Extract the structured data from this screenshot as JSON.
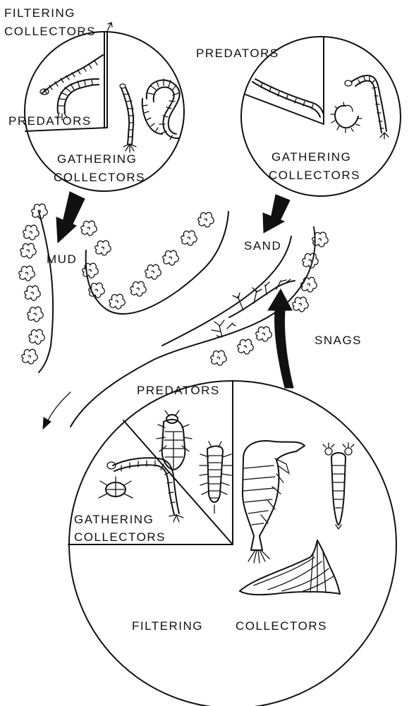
{
  "mud_habitat": {
    "community": {
      "filtering_label_line1": "FILTERING",
      "filtering_label_line2": "COLLECTORS",
      "predators_label": "PREDATORS",
      "gathering_label_line1": "GATHERING",
      "gathering_label_line2": "COLLECTORS"
    },
    "substrate_label": "MUD"
  },
  "sand_habitat": {
    "community": {
      "predators_label": "PREDATORS",
      "gathering_label_line1": "GATHERING",
      "gathering_label_line2": "COLLECTORS"
    },
    "substrate_label": "SAND"
  },
  "snag_habitat": {
    "substrate_label": "SNAGS",
    "community": {
      "predators_label": "PREDATORS",
      "gathering_label_line1": "GATHERING",
      "gathering_label_line2": "COLLECTORS",
      "filtering_label_line1": "FILTERING",
      "filtering_label_line2": "COLLECTORS"
    }
  },
  "colors": {
    "ink": "#111111",
    "background": "#ffffff"
  }
}
